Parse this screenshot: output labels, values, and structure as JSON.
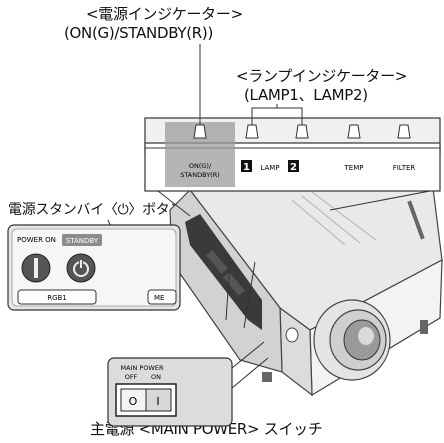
{
  "callouts": {
    "power_indicator_line1": "<電源インジケーター>",
    "power_indicator_line2": "(ON(G)/STANDBY(R))",
    "lamp_indicator_line1": "<ランプインジケーター>",
    "lamp_indicator_line2": "(LAMP1、LAMP2)",
    "standby_button": "電源スタンバイ〈⏻〉ボタン",
    "main_power_switch": "主電源 <MAIN POWER> スイッチ"
  },
  "indicator_panel": {
    "on_label_1": "ON(G)/",
    "on_label_2": "STANDBY(R)",
    "lamp1_badge": "1",
    "lamp_label": "LAMP",
    "lamp2_badge": "2",
    "temp_label": "TEMP",
    "filter_label": "FILTER"
  },
  "control_panel": {
    "power_on_label": "POWER ON",
    "standby_label": "STANDBY",
    "rgb1_label": "RGB1",
    "me_label": "ME"
  },
  "main_power_panel": {
    "title_line1": "MAIN POWER",
    "off_label": "OFF",
    "on_label": "ON",
    "off_symbol": "O",
    "on_symbol": "I"
  }
}
